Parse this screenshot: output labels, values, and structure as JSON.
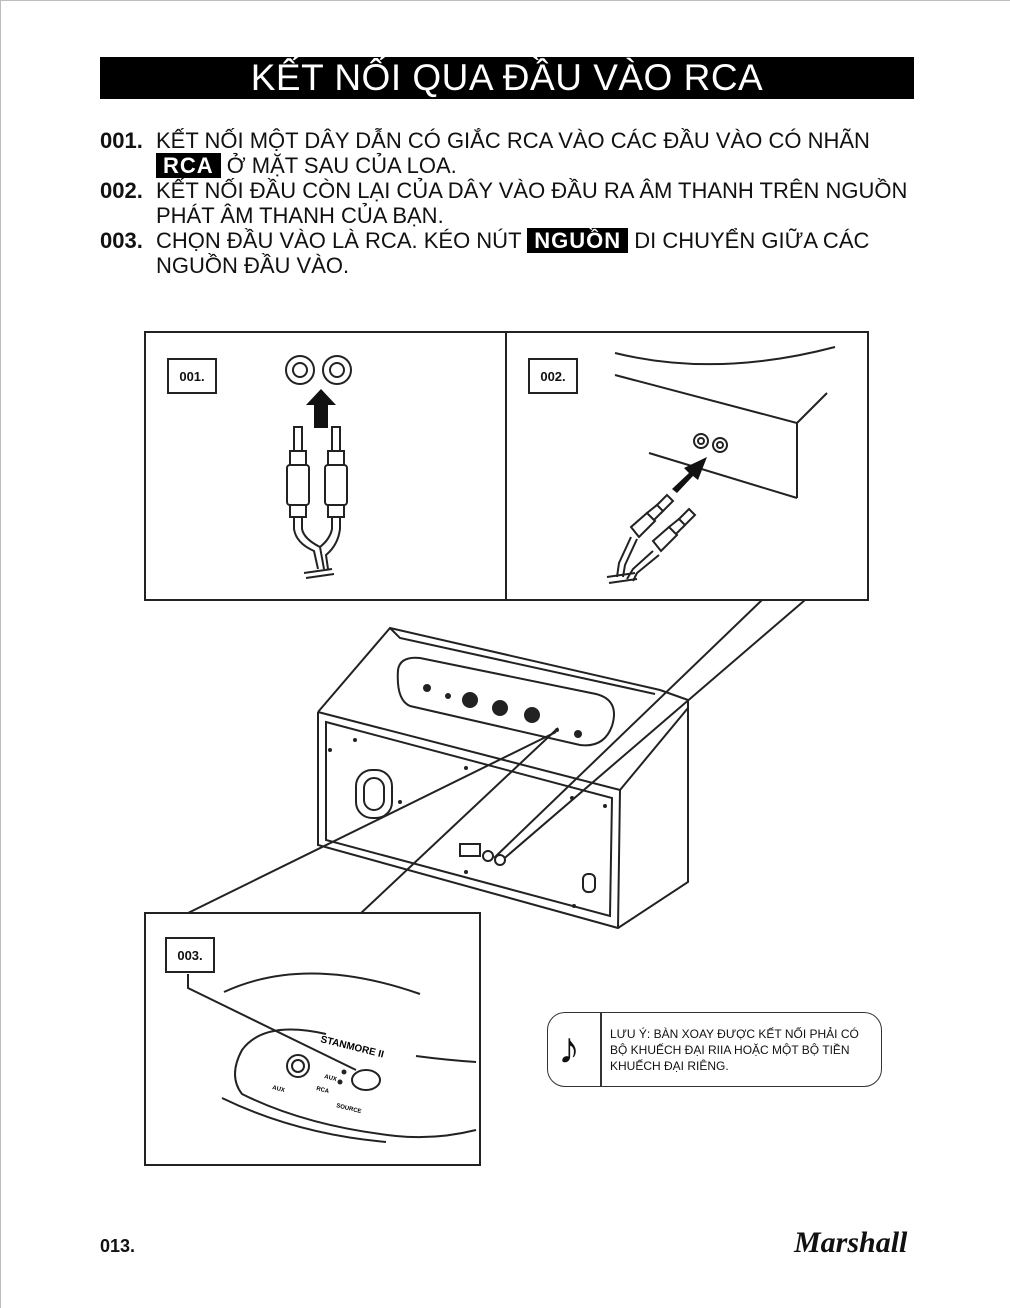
{
  "title": "KẾT NỐI QUA ĐẦU VÀO RCA",
  "steps": [
    {
      "num": "001.",
      "before": "KẾT NỐI MỘT DÂY DẪN CÓ GIẮC RCA VÀO CÁC ĐẦU VÀO CÓ NHÃN ",
      "tag": "RCA",
      "after": " Ở MẶT SAU CỦA LOA."
    },
    {
      "num": "002.",
      "text": "KẾT NỐI ĐẦU CÒN LẠI CỦA DÂY VÀO ĐẦU RA ÂM THANH TRÊN NGUỒN PHÁT ÂM THANH CỦA BẠN."
    },
    {
      "num": "003.",
      "before": "CHỌN ĐẦU VÀO LÀ RCA. KÉO NÚT ",
      "tag": "NGUỒN",
      "after": " DI CHUYỂN GIỮA CÁC NGUỒN ĐẦU VÀO."
    }
  ],
  "figures": {
    "labels": [
      "001.",
      "002.",
      "003."
    ],
    "device_name": "STANMORE II",
    "control_labels": {
      "aux_jack": "AUX",
      "switch_aux": "AUX",
      "switch_rca": "RCA",
      "source": "SOURCE"
    }
  },
  "note": {
    "icon": "music-note-icon",
    "text": "LƯU Ý: BÀN XOAY ĐƯỢC KẾT NỐI PHẢI CÓ BỘ KHUẾCH ĐẠI RIIA HOẶC MỘT BỘ TIỀN KHUẾCH ĐẠI RIÊNG."
  },
  "page_number": "013.",
  "brand": "Marshall"
}
